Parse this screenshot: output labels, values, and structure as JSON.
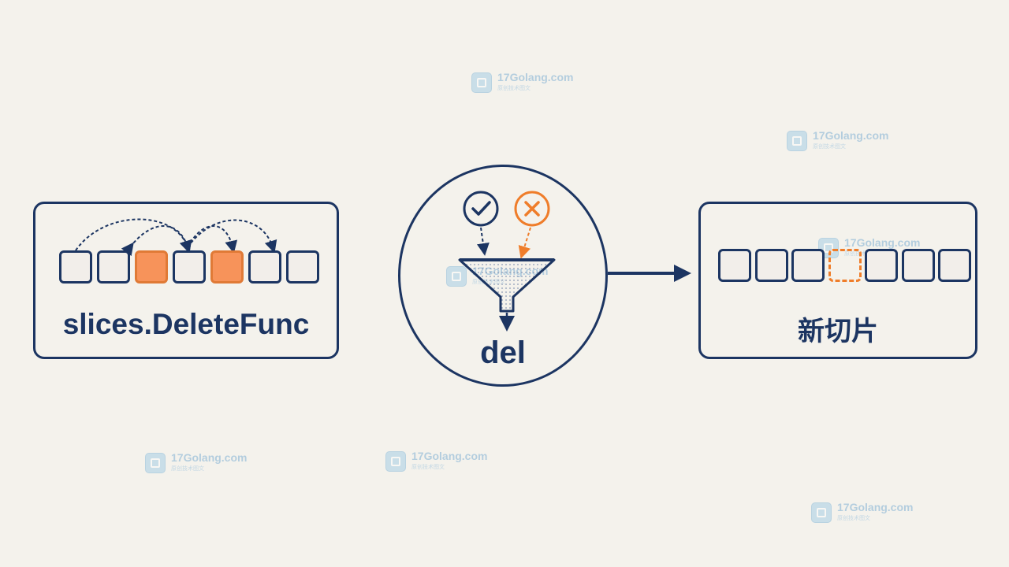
{
  "left_panel": {
    "title": "slices.DeleteFunc",
    "cells": [
      "normal",
      "normal",
      "highlight",
      "normal",
      "highlight",
      "normal",
      "normal"
    ]
  },
  "center": {
    "label": "del",
    "keep_icon": "check-circle-icon",
    "reject_icon": "x-circle-icon",
    "filter_icon": "funnel-icon"
  },
  "right_panel": {
    "title": "新切片",
    "cells": [
      "normal",
      "normal",
      "normal",
      "removed",
      "normal",
      "normal",
      "normal"
    ]
  },
  "watermark": {
    "text": "17Golang.com",
    "subtext": "原创技术图文"
  },
  "colors": {
    "navy": "#1c3562",
    "orange": "#ef7d2a",
    "highlight_fill": "#f7935a",
    "background": "#f4f2ec"
  }
}
